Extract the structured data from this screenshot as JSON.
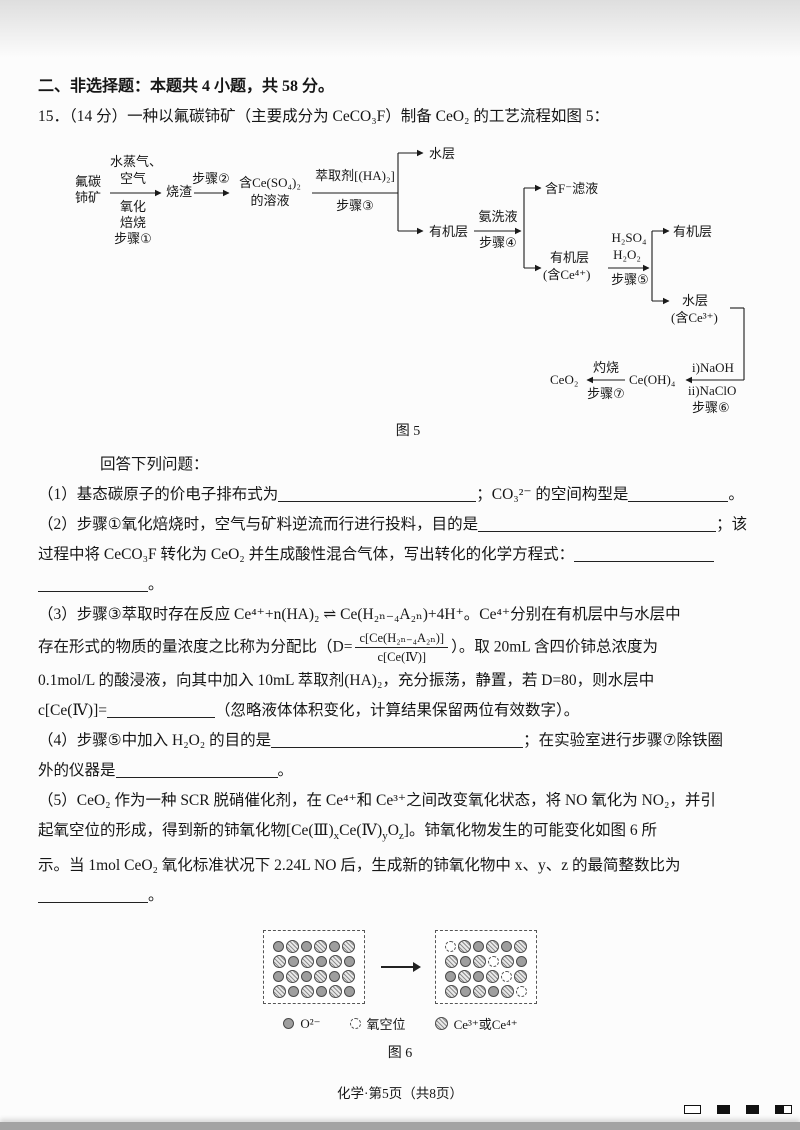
{
  "header": {
    "section": "二、非选择题：本题共 4 小题，共 58 分。",
    "q15_intro": "15．（14 分）一种以氟碳铈矿（主要成分为 CeCO₃F）制备 CeO₂ 的工艺流程如图 5："
  },
  "flow": {
    "ore1": "氟碳",
    "ore2": "铈矿",
    "above1a": "水蒸气、",
    "above1b": "空气",
    "below1a": "氧化",
    "below1b": "焙烧",
    "step1": "步骤①",
    "slag": "烧渣",
    "step2": "步骤②",
    "solution1": "含Ce(SO₄)₂",
    "solution2": "的溶液",
    "extractant": "萃取剂[(HA)₂]",
    "step3": "步骤③",
    "water_layer": "水层",
    "organic_layer": "有机层",
    "wash": "氨洗液",
    "step4": "步骤④",
    "filtrate": "含F⁻滤液",
    "organic2a": "有机层",
    "organic2b": "(含Ce⁴⁺)",
    "h2so4": "H₂SO₄",
    "h2o2": "H₂O₂",
    "step5": "步骤⑤",
    "organic3": "有机层",
    "water2a": "水层",
    "water2b": "(含Ce³⁺)",
    "reagent6a": "i)NaOH",
    "reagent6b": "ii)NaClO",
    "step6": "步骤⑥",
    "ceoh4": "Ce(OH)₄",
    "calcine": "灼烧",
    "step7": "步骤⑦",
    "ceo2": "CeO₂",
    "caption": "图 5"
  },
  "questions": {
    "prompt": "回答下列问题：",
    "q1a": "（1）基态碳原子的价电子排布式为",
    "q1b": "；CO₃²⁻ 的空间构型是",
    "q1c": "。",
    "q2a": "（2）步骤①氧化焙烧时，空气与矿料逆流而行进行投料，目的是",
    "q2b": "；该",
    "q2c": "过程中将 CeCO₃F 转化为 CeO₂ 并生成酸性混合气体，写出转化的化学方程式：",
    "q2d": "。",
    "q3a": "（3）步骤③萃取时存在反应 Ce⁴⁺+n(HA)₂ ⇌ Ce(H₂ₙ₋₄A₂ₙ)+4H⁺。Ce⁴⁺分别在有机层中与水层中",
    "q3b": "存在形式的物质的量浓度之比称为分配比（D=",
    "q3num": "c[Ce(H₂ₙ₋₄A₂ₙ)]",
    "q3den": "c[Ce(Ⅳ)]",
    "q3c": "）。取 20mL 含四价铈总浓度为",
    "q3d": "0.1mol/L 的酸浸液，向其中加入 10mL 萃取剂(HA)₂，充分振荡，静置，若 D=80，则水层中",
    "q3e": "c[Ce(Ⅳ)]=",
    "q3f": "（忽略液体体积变化，计算结果保留两位有效数字）。",
    "q4a": "（4）步骤⑤中加入 H₂O₂ 的目的是",
    "q4b": "；在实验室进行步骤⑦除铁圈",
    "q4c": "外的仪器是",
    "q4d": "。",
    "q5a": "（5）CeO₂ 作为一种 SCR 脱硝催化剂，在 Ce⁴⁺和 Ce³⁺之间改变氧化状态，将 NO 氧化为 NO₂，并引",
    "q5b": "起氧空位的形成，得到新的铈氧化物[Ce(Ⅲ)",
    "q5x": "x",
    "q5c": "Ce(Ⅳ)",
    "q5y": "y",
    "q5d": "O",
    "q5z": "z",
    "q5e": "]。铈氧化物发生的可能变化如图 6 所",
    "q5f": "示。当 1mol CeO₂ 氧化标准状况下 2.24L NO 后，生成新的铈氧化物中 x、y、z 的最简整数比为",
    "q5g": "。"
  },
  "figure6": {
    "left_grid": [
      "ocococ",
      "cococo",
      "ocococ",
      "cococo"
    ],
    "right_grid": [
      "vcococ",
      "cocvco",
      "ococvc",
      "cococv"
    ],
    "legend_o": "O²⁻",
    "legend_v": "氧空位",
    "legend_c": "Ce³⁺或Ce⁴⁺",
    "caption": "图 6"
  },
  "footer": {
    "text": "化学·第5页（共8页）"
  }
}
